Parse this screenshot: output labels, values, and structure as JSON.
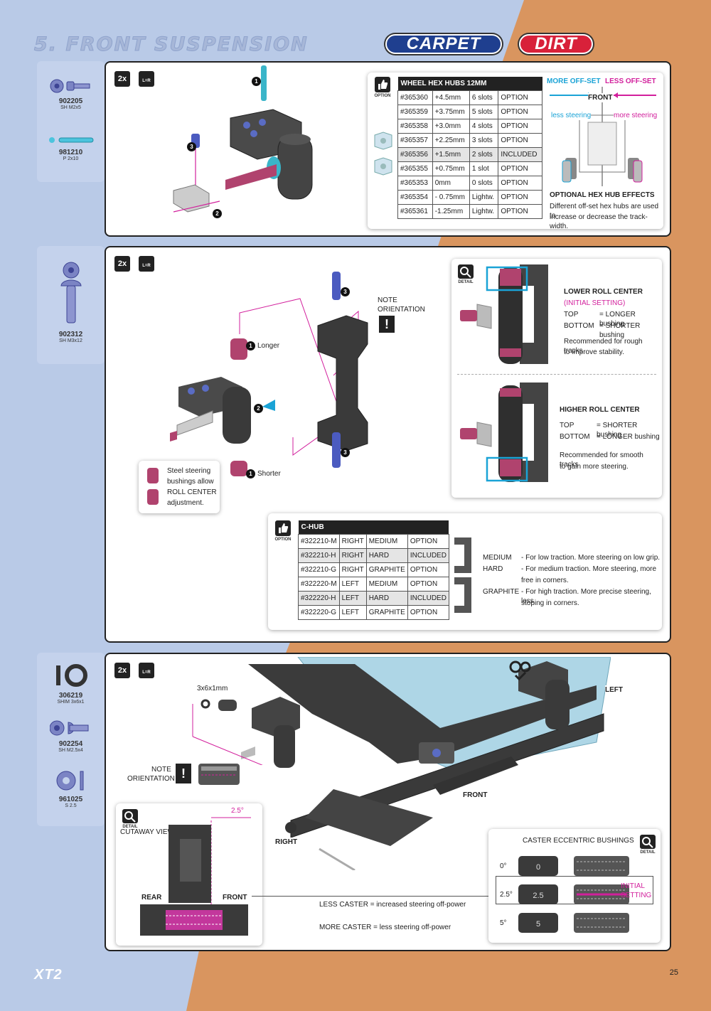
{
  "header": {
    "title": "5. FRONT SUSPENSION",
    "badge_carpet": "CARPET",
    "badge_dirt": "DIRT"
  },
  "colors": {
    "accent_magenta": "#d21f9c",
    "accent_cyan": "#1aa3d6",
    "panel_blue": "#c4d2ec",
    "bg_orange": "#d9955f",
    "bg_blue": "#b9cae7"
  },
  "step_common": {
    "qty": "2x",
    "lr": "L=R",
    "option": "OPTION",
    "detail": "DETAIL"
  },
  "step1": {
    "parts": [
      {
        "number": "902205",
        "desc": "SH M2x5"
      },
      {
        "number": "981210",
        "desc": "P 2x10"
      }
    ],
    "callouts": [
      "1",
      "2",
      "3"
    ],
    "hex_table": {
      "title": "WHEEL HEX HUBS 12MM",
      "rows": [
        [
          "#365360",
          "+4.5mm",
          "6 slots",
          "OPTION"
        ],
        [
          "#365359",
          "+3.75mm",
          "5 slots",
          "OPTION"
        ],
        [
          "#365358",
          "+3.0mm",
          "4 slots",
          "OPTION"
        ],
        [
          "#365357",
          "+2.25mm",
          "3 slots",
          "OPTION"
        ],
        [
          "#365356",
          "+1.5mm",
          "2 slots",
          "INCLUDED"
        ],
        [
          "#365355",
          "+0.75mm",
          "1 slot",
          "OPTION"
        ],
        [
          "#365353",
          "0mm",
          "0 slots",
          "OPTION"
        ],
        [
          "#365354",
          "- 0.75mm",
          "Lightw.",
          "OPTION"
        ],
        [
          "#365361",
          "-1.25mm",
          "Lightw.",
          "OPTION"
        ]
      ]
    },
    "more_offset": "MORE OFF-SET",
    "less_offset": "LESS OFF-SET",
    "front": "FRONT",
    "less_steering": "less steering",
    "more_steering": "more steering",
    "effects_title": "OPTIONAL HEX HUB EFFECTS",
    "effects_text1": "Different off-set hex hubs are used to",
    "effects_text2": "increase or decrease the track-width."
  },
  "step2": {
    "parts": [
      {
        "number": "902312",
        "desc": "SH M3x12"
      }
    ],
    "note": "NOTE",
    "orientation": "ORIENTATION",
    "longer": "Longer",
    "shorter": "Shorter",
    "callouts": [
      "1",
      "2",
      "3"
    ],
    "steel_note": [
      "Steel steering",
      "bushings allow",
      "ROLL CENTER",
      "adjustment."
    ],
    "lower": {
      "title": "LOWER ROLL CENTER",
      "sub": "(INITIAL SETTING)",
      "top": "TOP",
      "top_val": "= LONGER bushing",
      "bottom": "BOTTOM",
      "bottom_val": "= SHORTER bushing",
      "rec1": "Recommended for rough tracks",
      "rec2": "to improve stability."
    },
    "higher": {
      "title": "HIGHER ROLL CENTER",
      "top": "TOP",
      "top_val": "= SHORTER bushing",
      "bottom": "BOTTOM",
      "bottom_val": "= LONGER bushing",
      "rec1": "Recommended for smooth tracks",
      "rec2": "to gain more steering."
    },
    "chub_table": {
      "title": "C-HUB",
      "rows": [
        [
          "#322210-M",
          "RIGHT",
          "MEDIUM",
          "OPTION"
        ],
        [
          "#322210-H",
          "RIGHT",
          "HARD",
          "INCLUDED"
        ],
        [
          "#322210-G",
          "RIGHT",
          "GRAPHITE",
          "OPTION"
        ],
        [
          "#322220-M",
          "LEFT",
          "MEDIUM",
          "OPTION"
        ],
        [
          "#322220-H",
          "LEFT",
          "HARD",
          "INCLUDED"
        ],
        [
          "#322220-G",
          "LEFT",
          "GRAPHITE",
          "OPTION"
        ]
      ]
    },
    "chub_desc": [
      {
        "k": "MEDIUM",
        "v": "- For low traction. More steering on low grip."
      },
      {
        "k": "HARD",
        "v": "- For medium traction. More steering, more"
      },
      {
        "k": "",
        "v": "free in corners."
      },
      {
        "k": "GRAPHITE",
        "v": "- For high traction. More precise steering, less"
      },
      {
        "k": "",
        "v": "stoping in corners."
      }
    ]
  },
  "step3": {
    "parts": [
      {
        "number": "306219",
        "desc": "SHIM 3x6x1"
      },
      {
        "number": "902254",
        "desc": "SH M2.5x4"
      },
      {
        "number": "961025",
        "desc": "S 2.5"
      }
    ],
    "shim_label": "3x6x1mm",
    "note": "NOTE",
    "orientation": "ORIENTATION",
    "cutaway": "CUTAWAY VIEW",
    "angle": "2.5°",
    "rear": "REAR",
    "front": "FRONT",
    "front2": "FRONT",
    "left": "LEFT",
    "right": "RIGHT",
    "less_caster": "LESS CASTER = increased steering off-power",
    "more_caster": "MORE CASTER = less steering off-power",
    "caster_title": "CASTER ECCENTRIC BUSHINGS",
    "caster_rows": [
      "0°",
      "2.5°",
      "5°"
    ],
    "bushing_marks": [
      "0",
      "2.5",
      "5"
    ],
    "initial1": "INITIAL",
    "initial2": "SETTING"
  },
  "footer": {
    "logo": "XT2",
    "page": "25"
  }
}
